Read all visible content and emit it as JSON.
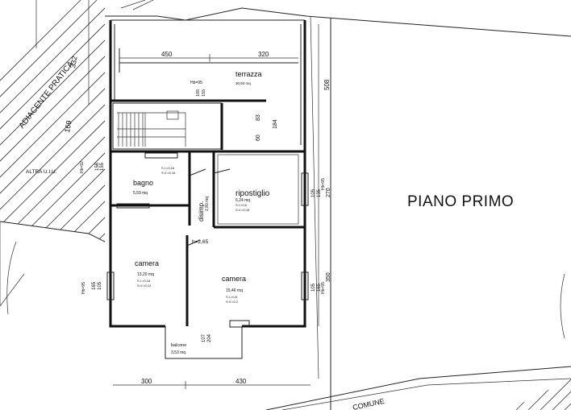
{
  "floor_label": "PIANO PRIMO",
  "rooms": {
    "terrazza": {
      "name": "terrazza",
      "area": "30,50 mq"
    },
    "bagno": {
      "name": "bagno",
      "area": "5,59 mq",
      "sub1": "S.I.=0,16",
      "sub2": "S.V.=0,16"
    },
    "disimp": {
      "name": "disimp.",
      "area": "2,80 mq"
    },
    "ripostiglio": {
      "name": "ripostiglio",
      "area": "6,24 mq",
      "sub1": "S.I.=0,6",
      "sub2": "S.V.=0,16"
    },
    "camera_left": {
      "name": "camera",
      "area": "13,20 mq",
      "sub1": "S.I.=0,16",
      "sub2": "S.V.=0,12"
    },
    "camera_right": {
      "name": "camera",
      "area": "15,46 mq",
      "sub1": "S.I.=0,8",
      "sub2": "S.V.=0,2"
    },
    "balcone": {
      "name": "balcone",
      "area": "3,53 mq"
    }
  },
  "height_note": "h=2,65",
  "dimensions": {
    "top_left": "450",
    "top_right": "320",
    "bottom_left": "300",
    "bottom_right": "430",
    "right_top": "508",
    "right_mid": "270",
    "right_low": "350",
    "right_mid_window": "105",
    "right_mid_window2": "135",
    "right_mid_hb": "Hb=95",
    "right_low_window": "105",
    "right_low_window2": "165",
    "right_low_hb": "Hb=95",
    "left_window": "105",
    "left_window2": "165",
    "left_window_hb": "Hb=95",
    "balcony_w": "107",
    "balcony_h": "204",
    "stair_a": "83",
    "stair_b": "184",
    "stair_c": "60",
    "terr_win": "105",
    "terr_win2": "155",
    "terr_hb": "Hb=95",
    "left_side_a": "156",
    "left_side_b": "155",
    "left_side_c": "Hb=92"
  },
  "neighbor": {
    "label_1": "ADIACENTE PRATICA",
    "label_2": "ALTRA U.I.U.",
    "dim_1": "332",
    "dim_2": "169",
    "road": "COMUNE"
  }
}
